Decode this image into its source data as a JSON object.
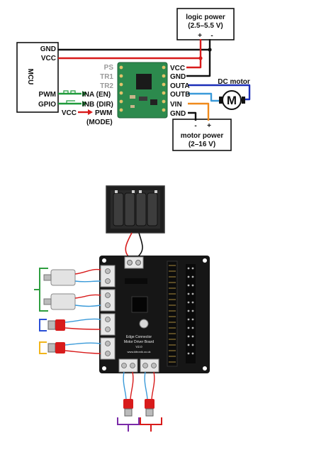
{
  "diagram": {
    "mcu": {
      "title": "MCU",
      "pins": {
        "gnd": "GND",
        "vcc": "VCC",
        "pwm": "PWM",
        "gpio": "GPIO"
      }
    },
    "logic_power": {
      "title": "logic power",
      "range": "(2.5–5.5 V)",
      "plus": "+",
      "minus": "-"
    },
    "motor_power": {
      "title": "motor power",
      "range": "(2–16 V)",
      "plus": "+",
      "minus": "-"
    },
    "dc_motor": {
      "label": "DC motor",
      "symbol": "M"
    },
    "driver_left_pins": {
      "ps": "PS",
      "tr1": "TR1",
      "tr2": "TR2",
      "ina": "INA (EN)",
      "inb": "INB (DIR)",
      "pwm": "PWM",
      "mode": "(MODE)"
    },
    "driver_right_pins": {
      "vcc": "VCC",
      "gnd": "GND",
      "outa": "OUTA",
      "outb": "OUTB",
      "vin": "VIN",
      "gnd2": "GND"
    },
    "vcc_input": "VCC",
    "colors": {
      "logic_wire": "#d81b1b",
      "ground_wire": "#111111",
      "signal_wire": "#1f9a3a",
      "out_a_wire": "#1c2fb8",
      "out_b_wire": "#3a9ad9",
      "motor_power_wire": "#f08a1c",
      "pcb": "#2c8a4d"
    }
  },
  "board_photo": {
    "title_lines": [
      "Edge Connector",
      "Motor Driver Board"
    ],
    "version": "V2.0",
    "website": "www.kitronik.co.uk",
    "colors": {
      "board": "#161616",
      "battery_holder": "#2a2a2a",
      "motor_bracket": "#2e9e3f",
      "button_bracket_blue": "#2b4fd6",
      "button_bracket_yellow": "#f2b51a",
      "button_bracket_purple": "#7a2aa8",
      "button_bracket_red": "#d81b1b"
    }
  }
}
